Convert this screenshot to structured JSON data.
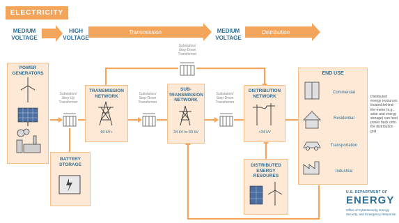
{
  "header": {
    "title": "ELECTRICITY"
  },
  "voltages": {
    "medium1": "MEDIUM VOLTAGE",
    "high": "HIGH VOLTAGE",
    "transmission": "Transmission",
    "medium2": "MEDIUM VOLTAGE",
    "distribution": "Distribution"
  },
  "boxes": {
    "generators": "POWER GENERATORS",
    "battery": "BATTERY STORAGE",
    "transmission": "TRANSMISSION NETWORK",
    "transmission_kv": "60 kV+",
    "subtransmission": "SUB-TRANSMISSION NETWORK",
    "subtransmission_kv": "34 kV to 60 kV",
    "distribution": "DISTRIBUTION NETWORK",
    "distribution_kv": "<34 kV",
    "der": "DISTRIBUTED ENERGY RESOURES"
  },
  "substations": {
    "stepup": "Substation/ Step-Up Transformer",
    "stepdown1": "Substation/ Step-Down Transformer",
    "stepdown2": "Substation/ Step-Down Transformer",
    "stepdown_top": "Substation/ Step-Down Transformer"
  },
  "end_use": {
    "title": "END USE",
    "items": [
      "Commercial",
      "Residential",
      "Transportation",
      "Industrial"
    ]
  },
  "note": "Distributed energy resources located behind-the-meter (e.g., solar and energy storage) can feed power back onto the distribution grid",
  "doe": {
    "small": "U.S. DEPARTMENT OF",
    "big": "ENERGY",
    "sub": "Office of Cybersecurity, Energy Security, and Emergency Response"
  },
  "colors": {
    "accent": "#f3a55c",
    "box": "#fde9d5",
    "text": "#2f6f96"
  }
}
